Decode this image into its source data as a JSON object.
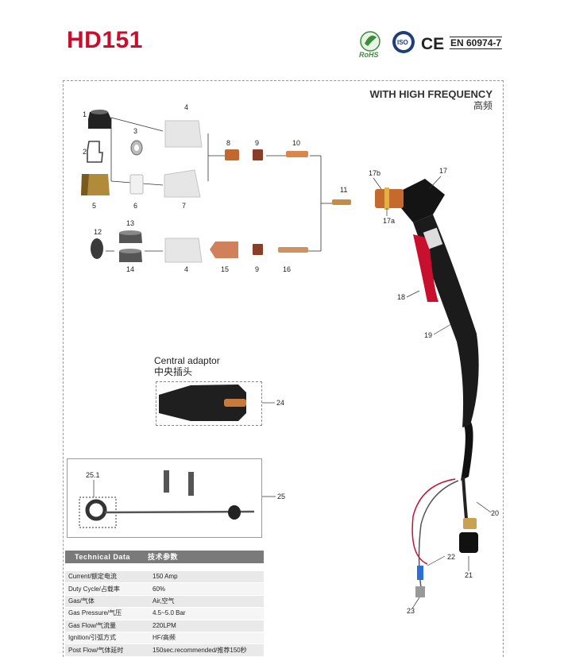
{
  "product": {
    "model": "HD151"
  },
  "certifications": {
    "rohs": "RoHS",
    "iso": "ISO",
    "ce": "CE",
    "standard": "EN 60974-7"
  },
  "diagram": {
    "hf_label": "WITH HIGH FREQUENCY",
    "hf_label_cn": "高频",
    "parts": [
      "1",
      "2",
      "3",
      "4",
      "5",
      "6",
      "7",
      "8",
      "9",
      "10",
      "11",
      "12",
      "13",
      "14",
      "4",
      "15",
      "9",
      "16",
      "17b",
      "17",
      "17a",
      "18",
      "19",
      "20",
      "21",
      "22",
      "23",
      "24",
      "25",
      "25.1"
    ]
  },
  "central_adaptor": {
    "title": "Central adaptor",
    "title_cn": "中央插头"
  },
  "technical_data": {
    "header": "Technical Data",
    "header_cn": "技术参数",
    "rows": [
      {
        "key": "Current/额定电流",
        "value": "150 Amp"
      },
      {
        "key": "Duty Cycle/占载率",
        "value": "60%"
      },
      {
        "key": "Gas/气体",
        "value": "Air,空气"
      },
      {
        "key": "Gas Pressure/气压",
        "value": "4.5~5.0 Bar"
      },
      {
        "key": "Gas Flow/气流量",
        "value": "220LPM"
      },
      {
        "key": "Ignition/引弧方式",
        "value": "HF/高频"
      },
      {
        "key": "Post Flow/气体延时",
        "value": "150sec.recommended/推荐150秒"
      }
    ]
  }
}
